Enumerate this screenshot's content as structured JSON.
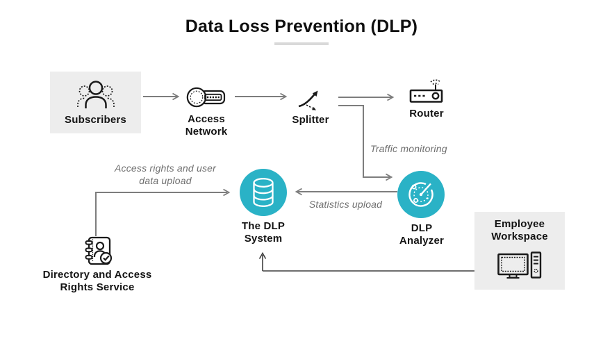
{
  "title": {
    "text": "Data Loss Prevention (DLP)"
  },
  "colors": {
    "accent_teal": "#2ab2c6",
    "node_box_gray": "#ededed",
    "arrow_gray": "#7d7d7d",
    "dark_arrow": "#3f3f3f",
    "edge_label_gray": "#6f6f6f",
    "title_underline_gray": "#d9d9d9"
  },
  "nodes": {
    "subscribers": {
      "label": "Subscribers",
      "icon": "subscribers-group-icon"
    },
    "access_network": {
      "label": "Access Network",
      "icon": "key-fob-icon"
    },
    "splitter": {
      "label": "Splitter",
      "icon": "splitter-arrows-icon"
    },
    "router": {
      "label": "Router",
      "icon": "router-icon"
    },
    "dlp_system": {
      "label": "The DLP System",
      "icon": "database-icon"
    },
    "dlp_analyzer": {
      "label": "DLP Analyzer",
      "icon": "radar-gauge-icon"
    },
    "directory_service": {
      "label": "Directory and Access Rights Service",
      "icon": "contact-book-check-icon"
    },
    "employee_workspace": {
      "label": "Employee Workspace",
      "icon": "desktop-computer-icon"
    }
  },
  "edge_labels": {
    "traffic_monitoring": "Traffic monitoring",
    "statistics_upload": "Statistics upload",
    "access_rights_upload": "Access rights and user data upload"
  }
}
